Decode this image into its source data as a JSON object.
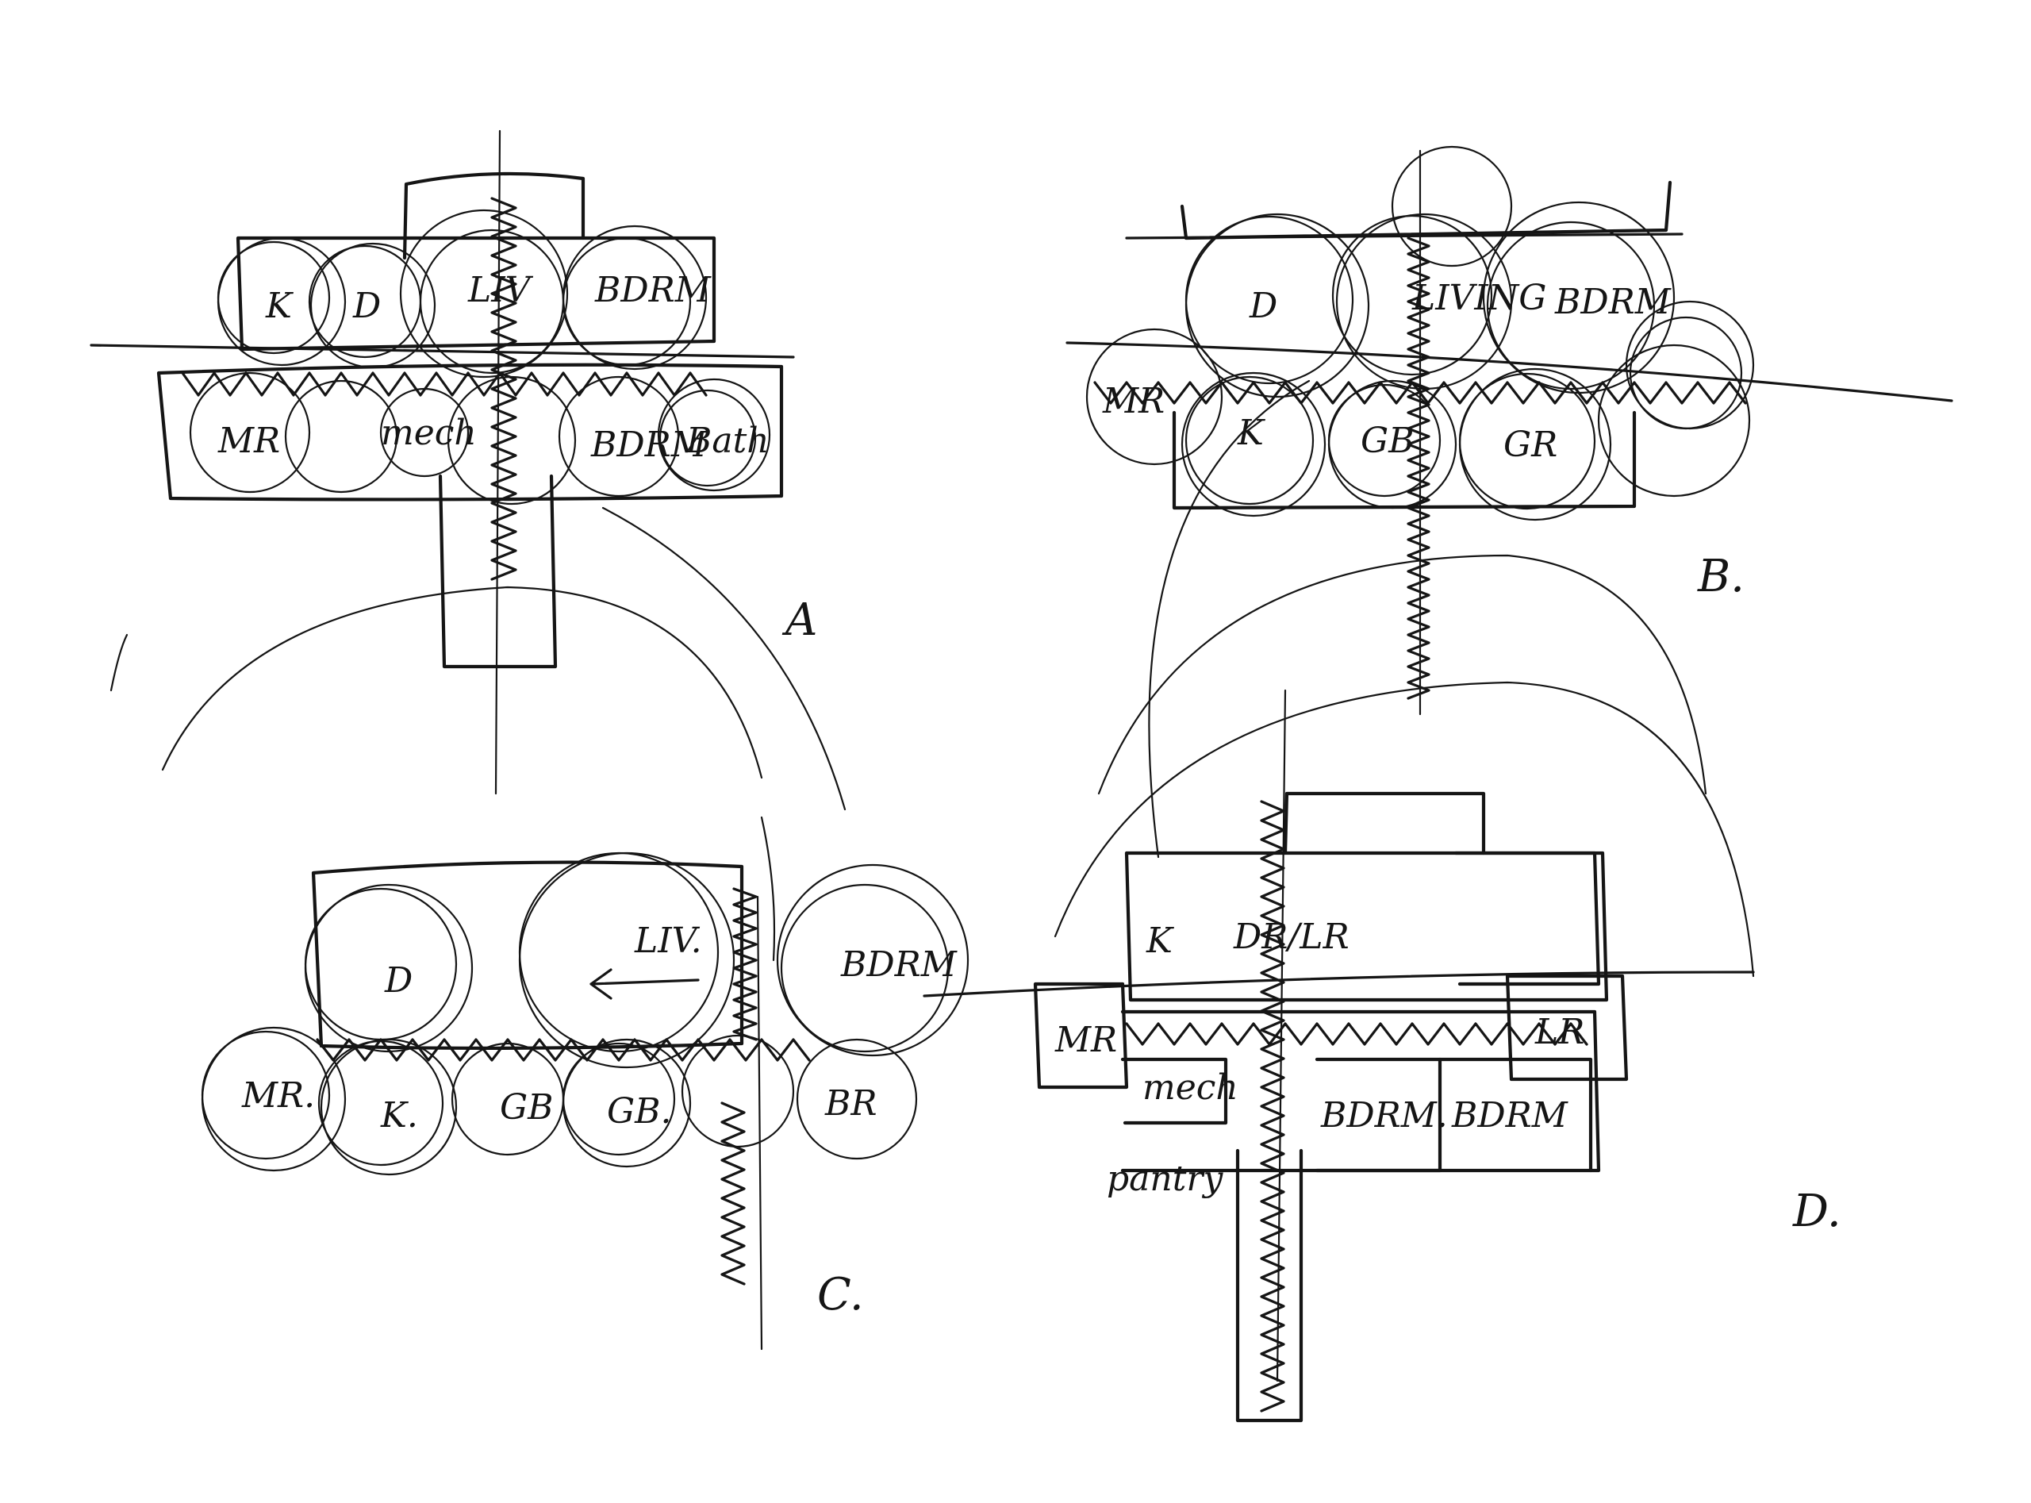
{
  "sketches": [
    {
      "id": "A",
      "option_label": "A",
      "rooms": [
        "K",
        "D",
        "LIV",
        "BDRM",
        "MR",
        "mech",
        "BDRM",
        "Bath"
      ]
    },
    {
      "id": "B",
      "option_label": "B.",
      "rooms": [
        "D",
        "LIVING",
        "BDRM",
        "MR",
        "K",
        "GB",
        "GR"
      ]
    },
    {
      "id": "C",
      "option_label": "C.",
      "rooms": [
        "D",
        "LIV.",
        "BDRM",
        "MR.",
        "K.",
        "GB",
        "GB.",
        "BR"
      ]
    },
    {
      "id": "D",
      "option_label": "D.",
      "rooms": [
        "K",
        "DR/LR",
        "MR",
        "mech",
        "BDRM.",
        "BDRM",
        "LR",
        "pantry"
      ]
    }
  ],
  "colors": {
    "ink": "#151515",
    "paper": "#ffffff"
  }
}
